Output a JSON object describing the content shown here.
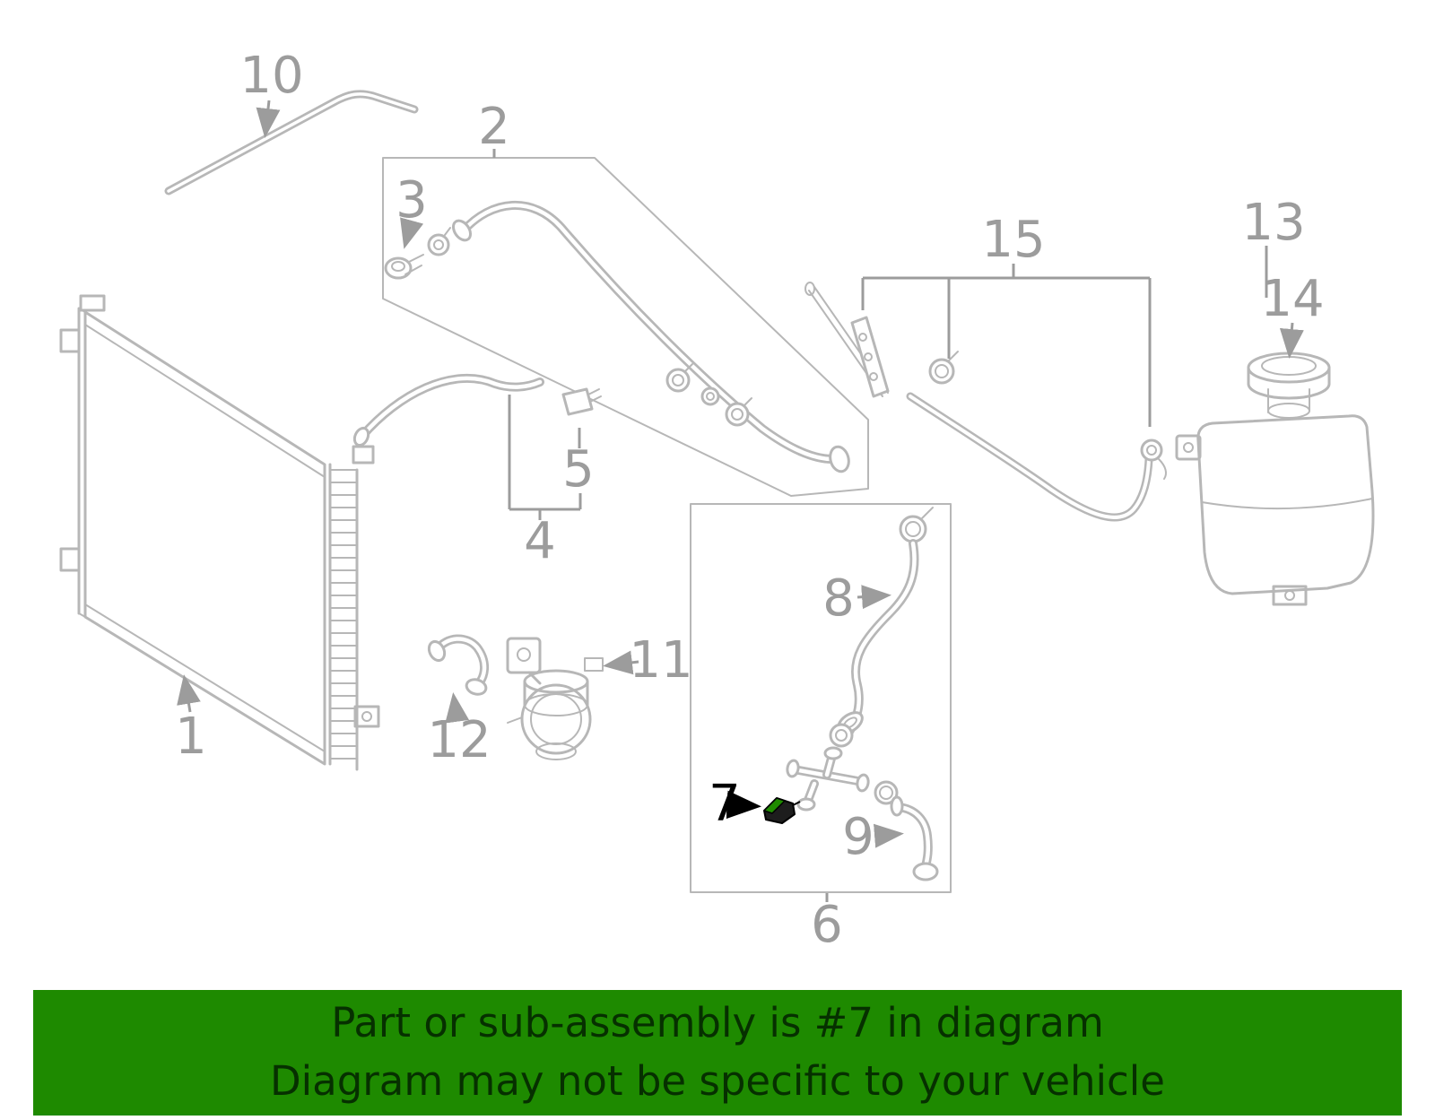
{
  "banner": {
    "line1": "Part or sub-assembly is #7 in diagram",
    "line2": "Diagram may not be specific to your vehicle"
  },
  "highlighted_part": "7",
  "colors": {
    "banner_bg": "#1e8a00",
    "banner_text": "#063000",
    "label_gray": "#9c9c9c",
    "line_art": "#b7b7b7",
    "highlight_green": "#1f8b00",
    "background": "#ffffff"
  },
  "callouts": {
    "1": "1",
    "2": "2",
    "3": "3",
    "4": "4",
    "5": "5",
    "6": "6",
    "7": "7",
    "8": "8",
    "9": "9",
    "10": "10",
    "11": "11",
    "12": "12",
    "13": "13",
    "14": "14",
    "15": "15"
  }
}
